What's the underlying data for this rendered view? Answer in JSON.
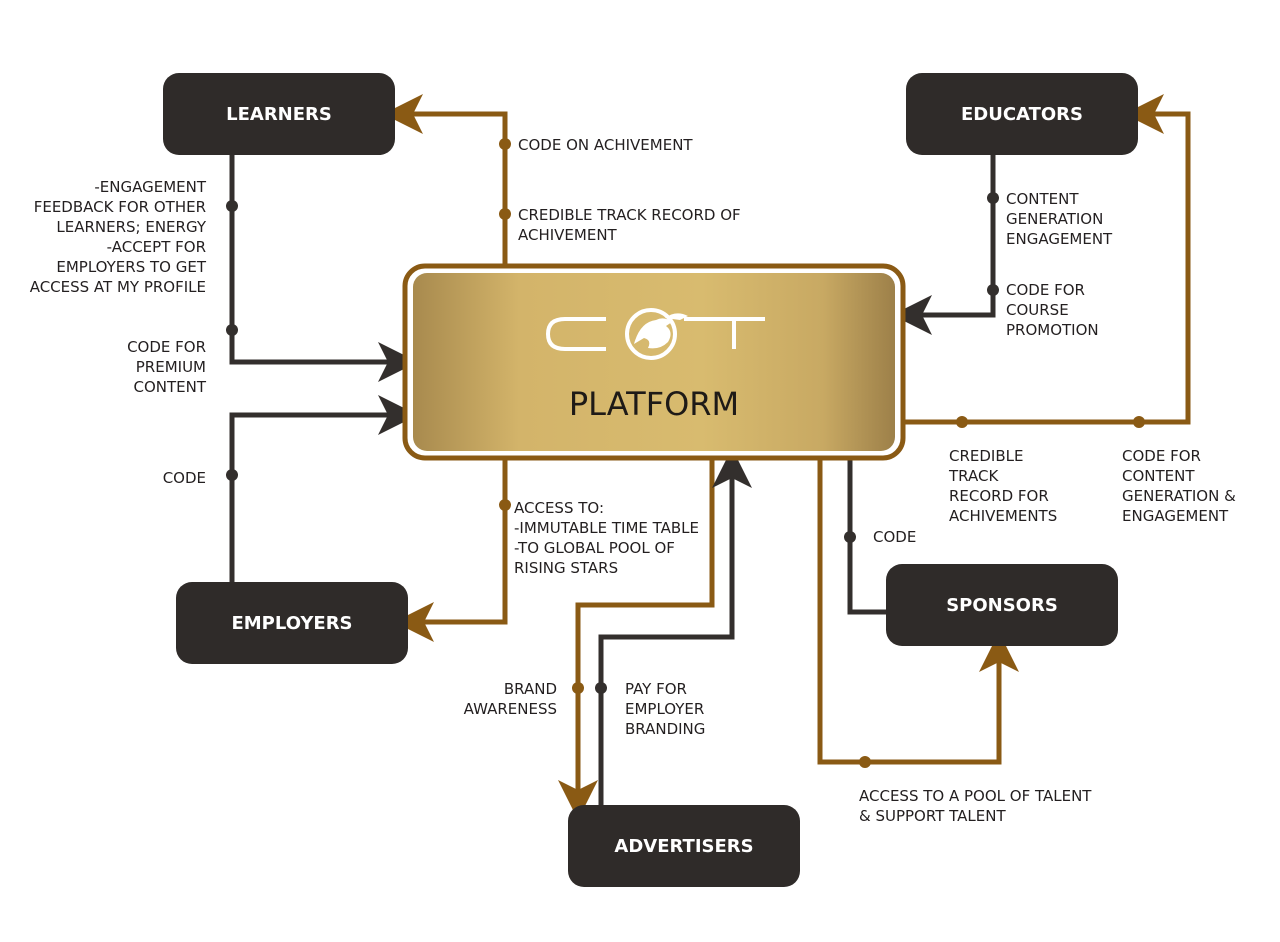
{
  "nodes": {
    "learners": "LEARNERS",
    "educators": "EDUCATORS",
    "platform": "PLATFORM",
    "employers": "EMPLOYERS",
    "sponsors": "SPONSORS",
    "advertisers": "ADVERTISERS"
  },
  "logo": {
    "icon": "griffin-logo-icon",
    "text": "COT"
  },
  "flows": {
    "code_on_achievement": [
      "CODE ON ACHIVEMENT"
    ],
    "credible_track_record": [
      "CREDIBLE TRACK RECORD OF",
      "ACHIVEMENT"
    ],
    "engagement_feedback": [
      "-ENGAGEMENT",
      "FEEDBACK FOR OTHER",
      "LEARNERS; ENERGY",
      "-ACCEPT FOR",
      "EMPLOYERS TO GET",
      "ACCESS AT MY PROFILE"
    ],
    "code_for_premium": [
      "CODE FOR",
      "PREMIUM",
      "CONTENT"
    ],
    "content_generation": [
      "CONTENT",
      "GENERATION",
      "ENGAGEMENT"
    ],
    "code_for_course": [
      "CODE FOR",
      "COURSE",
      "PROMOTION"
    ],
    "credible_track_record_achievements": [
      "CREDIBLE",
      "TRACK",
      "RECORD FOR",
      "ACHIVEMENTS"
    ],
    "code_for_content": [
      "CODE FOR",
      "CONTENT",
      "GENERATION &",
      "ENGAGEMENT"
    ],
    "employer_code": [
      "CODE"
    ],
    "access_to": [
      "ACCESS TO:",
      "-IMMUTABLE TIME TABLE",
      "-TO GLOBAL POOL OF",
      "RISING STARS"
    ],
    "sponsor_code": [
      "CODE"
    ],
    "brand_awareness": [
      "BRAND",
      "AWARENESS"
    ],
    "pay_for_branding": [
      "PAY FOR",
      "EMPLOYER",
      "BRANDING"
    ],
    "access_pool_talent": [
      "ACCESS TO A POOL OF TALENT",
      "& SUPPORT TALENT"
    ]
  },
  "colors": {
    "gold": "#8a5a14",
    "dark": "#332f2d",
    "box": "#2f2b29",
    "platform_fill": "#d6b86b"
  }
}
